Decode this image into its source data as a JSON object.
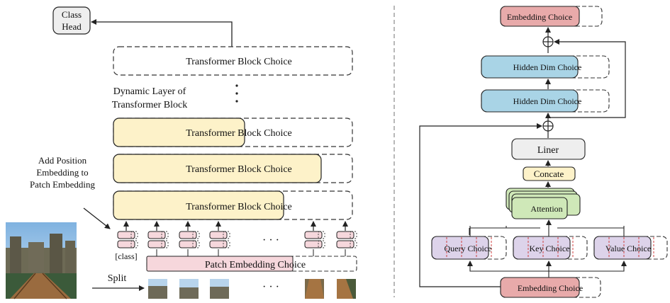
{
  "left": {
    "class_head": [
      "Class",
      "Head"
    ],
    "transformer_block_choice": "Transformer Block Choice",
    "dynamic_layer_label": [
      "Dynamic Layer of",
      "Transformer Block"
    ],
    "add_position_label": [
      "Add Position",
      "Embedding to",
      "Patch Embedding"
    ],
    "class_token_label": "[class]",
    "patch_embedding_choice": "Patch Embedding Choice",
    "split_label": "Split",
    "ellipsis": "· · ·",
    "vertical_ellipsis": "·\n·\n·",
    "colors": {
      "block_fill": "#fdf2c9",
      "token_fill": "#f6d7dc",
      "dashed": "#333333"
    }
  },
  "right": {
    "embedding_choice_top": "Embedding Choice",
    "hidden_dim_choice_1": "Hidden Dim Choice",
    "hidden_dim_choice_2": "Hidden Dim Choice",
    "liner": "Liner",
    "concate": "Concate",
    "attention": "Attention",
    "query_choice": "Query Choice",
    "key_choice": "Key Choice",
    "value_choice": "Value Choice",
    "embedding_choice_bottom": "Embedding Choice",
    "colors": {
      "embedding_fill": "#e8aaaa",
      "hidden_fill": "#a9d4e6",
      "liner_fill": "#eeeeee",
      "concate_fill": "#fdf2c9",
      "attention_fill": "#cfe8b8",
      "qkv_fill": "#ddd3ea",
      "red_dash": "#d04040"
    }
  }
}
